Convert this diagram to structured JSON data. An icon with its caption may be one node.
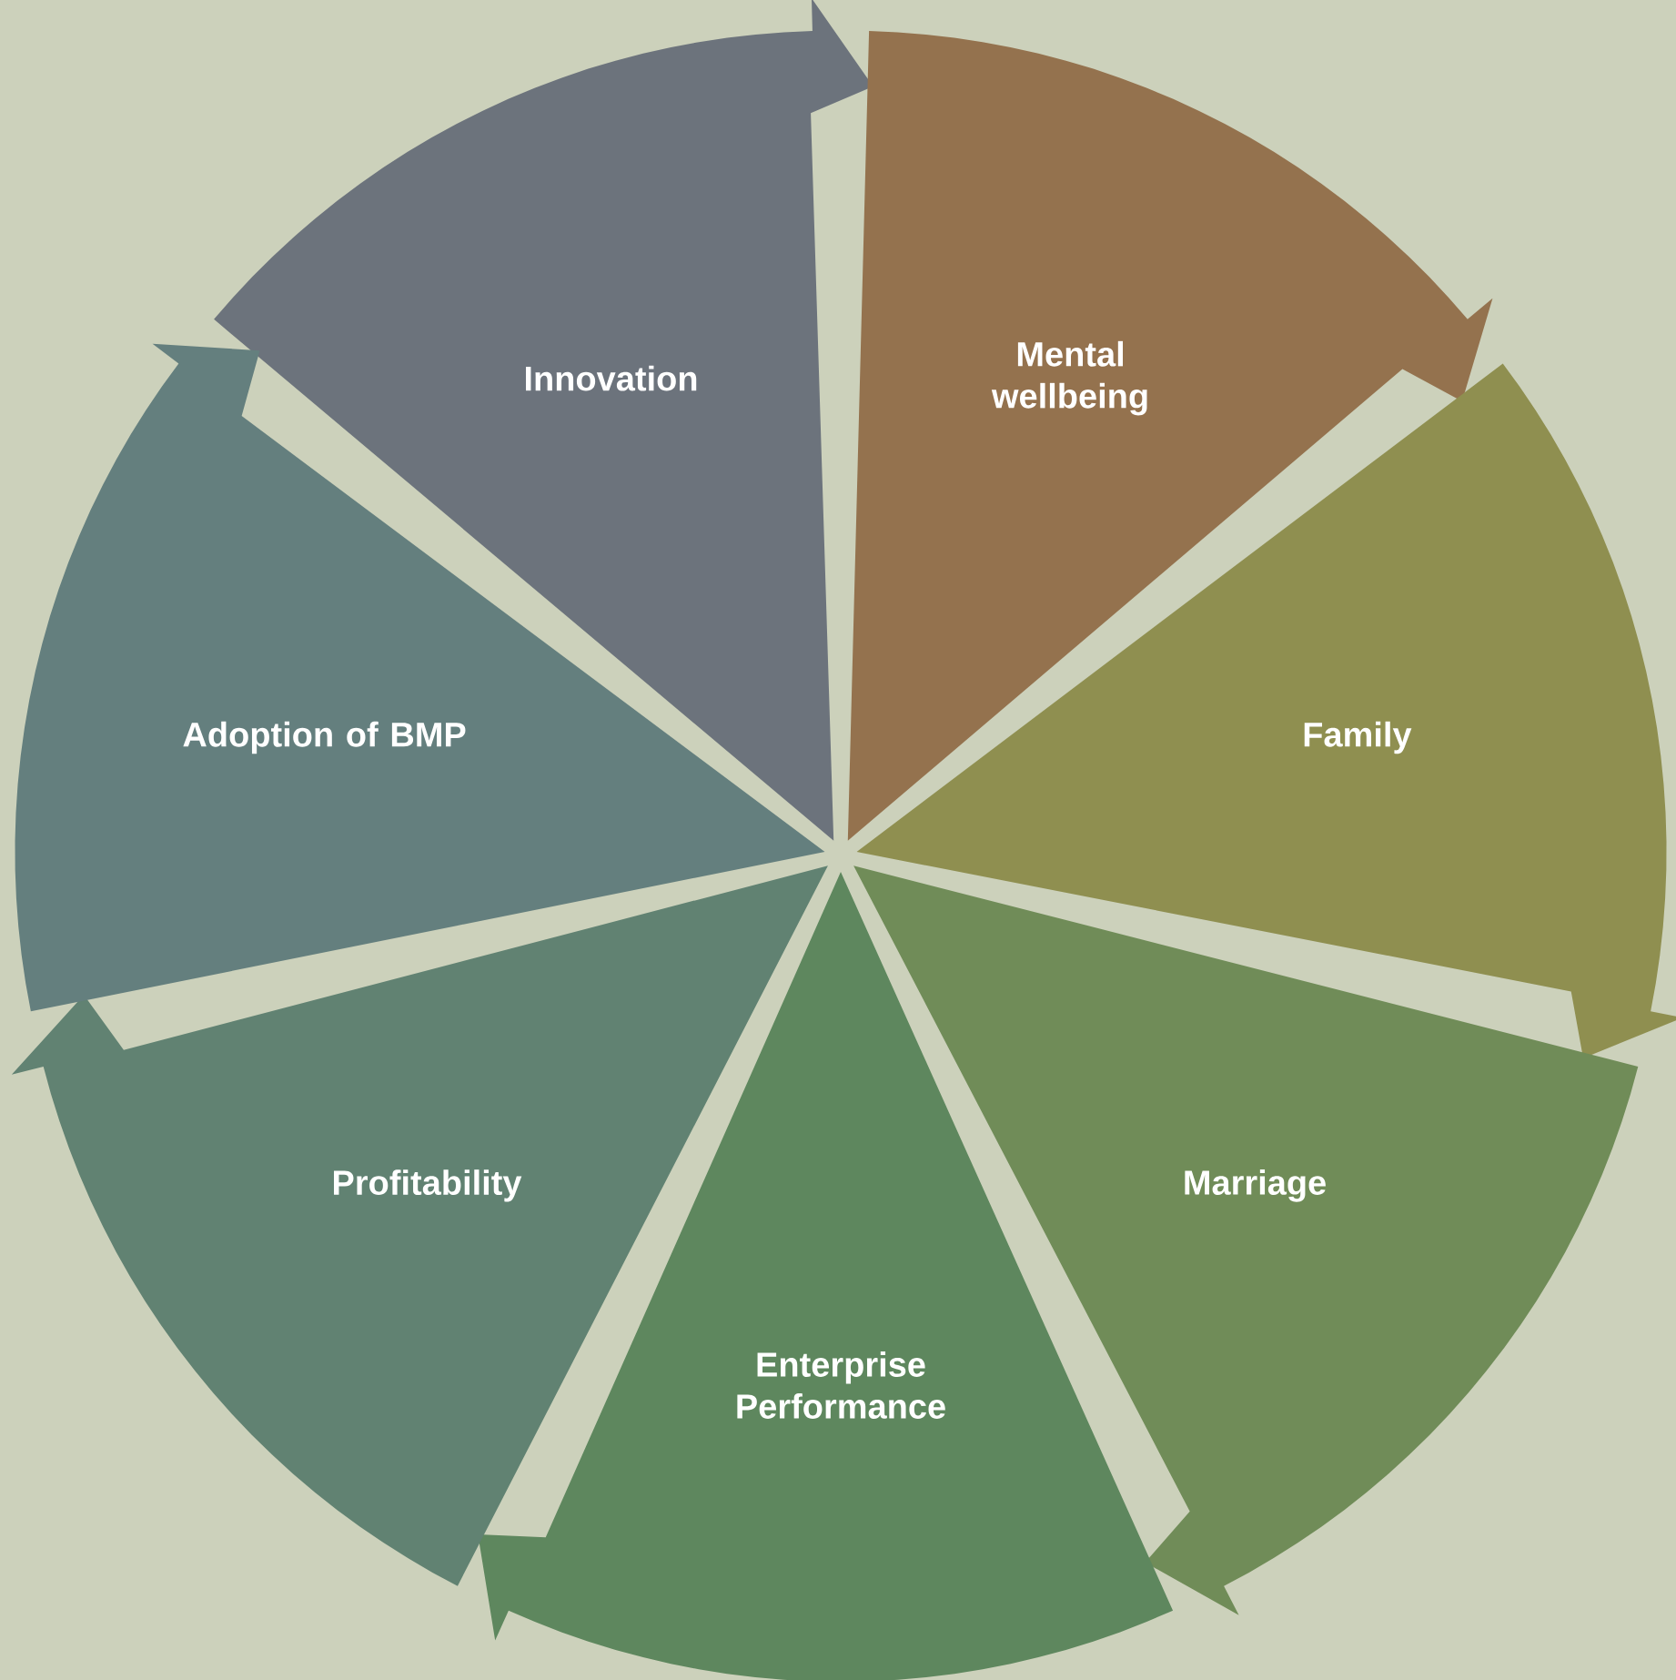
{
  "diagram": {
    "nodes": [
      {
        "text": [
          "Innovation"
        ]
      },
      {
        "text": [
          "Mental wellbeing"
        ]
      },
      {
        "text": [
          "Family"
        ]
      },
      {
        "text": [
          "Marriage"
        ]
      },
      {
        "text": [
          "Enterprise Performance"
        ]
      },
      {
        "text": [
          "Profitability"
        ]
      },
      {
        "text": [
          "Adoption of BMP"
        ]
      }
    ]
  }
}
